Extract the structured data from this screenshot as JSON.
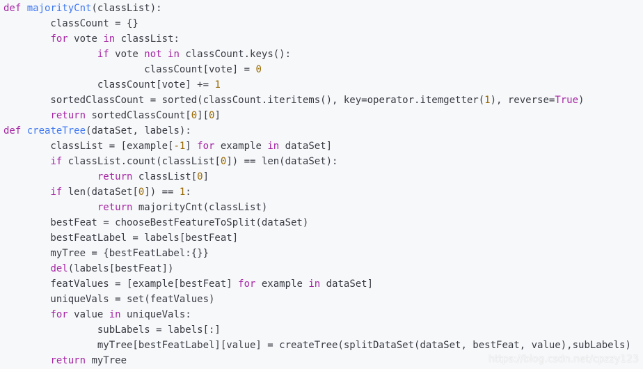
{
  "code": {
    "lines": [
      [
        [
          "kw",
          "def"
        ],
        [
          "plain",
          " "
        ],
        [
          "fn",
          "majorityCnt"
        ],
        [
          "plain",
          "(classList):"
        ]
      ],
      [
        [
          "plain",
          "        classCount = {}"
        ]
      ],
      [
        [
          "plain",
          "        "
        ],
        [
          "kw",
          "for"
        ],
        [
          "plain",
          " vote "
        ],
        [
          "kw",
          "in"
        ],
        [
          "plain",
          " classList:"
        ]
      ],
      [
        [
          "plain",
          "                "
        ],
        [
          "kw",
          "if"
        ],
        [
          "plain",
          " vote "
        ],
        [
          "kw",
          "not"
        ],
        [
          "plain",
          " "
        ],
        [
          "kw",
          "in"
        ],
        [
          "plain",
          " classCount.keys():"
        ]
      ],
      [
        [
          "plain",
          "                        classCount[vote] = "
        ],
        [
          "num",
          "0"
        ]
      ],
      [
        [
          "plain",
          "                classCount[vote] += "
        ],
        [
          "num",
          "1"
        ]
      ],
      [
        [
          "plain",
          "        sortedClassCount = sorted(classCount.iteritems(), key=operator.itemgetter("
        ],
        [
          "num",
          "1"
        ],
        [
          "plain",
          "), reverse="
        ],
        [
          "kw",
          "True"
        ],
        [
          "plain",
          ")"
        ]
      ],
      [
        [
          "plain",
          "        "
        ],
        [
          "kw",
          "return"
        ],
        [
          "plain",
          " sortedClassCount["
        ],
        [
          "num",
          "0"
        ],
        [
          "plain",
          "]["
        ],
        [
          "num",
          "0"
        ],
        [
          "plain",
          "]"
        ]
      ],
      [
        [
          "kw",
          "def"
        ],
        [
          "plain",
          " "
        ],
        [
          "fn",
          "createTree"
        ],
        [
          "plain",
          "(dataSet, labels):"
        ]
      ],
      [
        [
          "plain",
          "        classList = [example["
        ],
        [
          "num",
          "-1"
        ],
        [
          "plain",
          "] "
        ],
        [
          "kw",
          "for"
        ],
        [
          "plain",
          " example "
        ],
        [
          "kw",
          "in"
        ],
        [
          "plain",
          " dataSet]"
        ]
      ],
      [
        [
          "plain",
          "        "
        ],
        [
          "kw",
          "if"
        ],
        [
          "plain",
          " classList.count(classList["
        ],
        [
          "num",
          "0"
        ],
        [
          "plain",
          "]) == len(dataSet):"
        ]
      ],
      [
        [
          "plain",
          "                "
        ],
        [
          "kw",
          "return"
        ],
        [
          "plain",
          " classList["
        ],
        [
          "num",
          "0"
        ],
        [
          "plain",
          "]"
        ]
      ],
      [
        [
          "plain",
          "        "
        ],
        [
          "kw",
          "if"
        ],
        [
          "plain",
          " len(dataSet["
        ],
        [
          "num",
          "0"
        ],
        [
          "plain",
          "]) == "
        ],
        [
          "num",
          "1"
        ],
        [
          "plain",
          ":"
        ]
      ],
      [
        [
          "plain",
          "                "
        ],
        [
          "kw",
          "return"
        ],
        [
          "plain",
          " majorityCnt(classList)"
        ]
      ],
      [
        [
          "plain",
          "        bestFeat = chooseBestFeatureToSplit(dataSet)"
        ]
      ],
      [
        [
          "plain",
          "        bestFeatLabel = labels[bestFeat]"
        ]
      ],
      [
        [
          "plain",
          "        myTree = {bestFeatLabel:{}}"
        ]
      ],
      [
        [
          "plain",
          "        "
        ],
        [
          "kw",
          "del"
        ],
        [
          "plain",
          "(labels[bestFeat])"
        ]
      ],
      [
        [
          "plain",
          "        featValues = [example[bestFeat] "
        ],
        [
          "kw",
          "for"
        ],
        [
          "plain",
          " example "
        ],
        [
          "kw",
          "in"
        ],
        [
          "plain",
          " dataSet]"
        ]
      ],
      [
        [
          "plain",
          "        uniqueVals = set(featValues)"
        ]
      ],
      [
        [
          "plain",
          "        "
        ],
        [
          "kw",
          "for"
        ],
        [
          "plain",
          " value "
        ],
        [
          "kw",
          "in"
        ],
        [
          "plain",
          " uniqueVals:"
        ]
      ],
      [
        [
          "plain",
          "                subLabels = labels[:]"
        ]
      ],
      [
        [
          "plain",
          "                myTree[bestFeatLabel][value] = createTree(splitDataSet(dataSet, bestFeat, value),subLabels)"
        ]
      ],
      [
        [
          "plain",
          "        "
        ],
        [
          "kw",
          "return"
        ],
        [
          "plain",
          " myTree"
        ]
      ]
    ]
  },
  "watermark": {
    "text": "https://blog.csdn.net/cpzzy123"
  },
  "colors": {
    "background": "#f6f8fa",
    "keyword": "#a626a4",
    "function": "#4078f2",
    "number": "#986801",
    "text": "#383a42"
  }
}
